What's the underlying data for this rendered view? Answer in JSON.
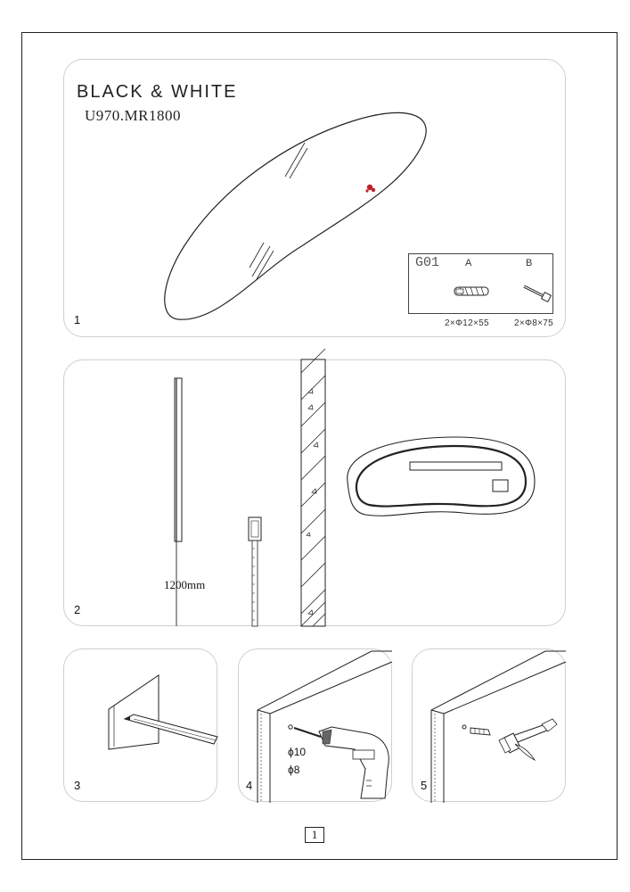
{
  "brand": "BLACK & WHITE",
  "model": "U970.MR1800",
  "steps": {
    "s1": "1",
    "s2": "2",
    "s3": "3",
    "s4": "4",
    "s5": "5"
  },
  "kit": {
    "code": "G01",
    "a_label": "A",
    "b_label": "B",
    "a_spec": "2×Φ12×55",
    "b_spec": "2×Φ8×75"
  },
  "measure": {
    "height": "1200mm"
  },
  "drill": {
    "d1": "ϕ10",
    "d2": "ϕ8"
  },
  "page_number": "1",
  "colors": {
    "line": "#222222",
    "panel_border": "#cfcfcf",
    "red_mark": "#c0202a"
  }
}
